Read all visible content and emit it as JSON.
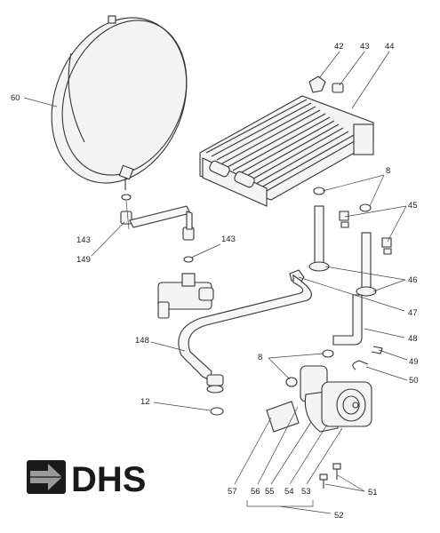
{
  "callouts": [
    {
      "id": "c60",
      "label": "60"
    },
    {
      "id": "c42",
      "label": "42"
    },
    {
      "id": "c43",
      "label": "43"
    },
    {
      "id": "c44",
      "label": "44"
    },
    {
      "id": "c8a",
      "label": "8"
    },
    {
      "id": "c45",
      "label": "45"
    },
    {
      "id": "c143a",
      "label": "143"
    },
    {
      "id": "c143b",
      "label": "143"
    },
    {
      "id": "c149",
      "label": "149"
    },
    {
      "id": "c46",
      "label": "46"
    },
    {
      "id": "c47",
      "label": "47"
    },
    {
      "id": "c148",
      "label": "148"
    },
    {
      "id": "c48",
      "label": "48"
    },
    {
      "id": "c8b",
      "label": "8"
    },
    {
      "id": "c49",
      "label": "49"
    },
    {
      "id": "c50",
      "label": "50"
    },
    {
      "id": "c12",
      "label": "12"
    },
    {
      "id": "c57",
      "label": "57"
    },
    {
      "id": "c56",
      "label": "56"
    },
    {
      "id": "c55",
      "label": "55"
    },
    {
      "id": "c54",
      "label": "54"
    },
    {
      "id": "c53",
      "label": "53"
    },
    {
      "id": "c51",
      "label": "51"
    },
    {
      "id": "c52",
      "label": "52"
    }
  ],
  "logo": {
    "text": "DHS",
    "icon": "arrow-logo-icon"
  },
  "colors": {
    "line": "#333333",
    "logo": "#1a1a1a",
    "background": "#ffffff"
  }
}
